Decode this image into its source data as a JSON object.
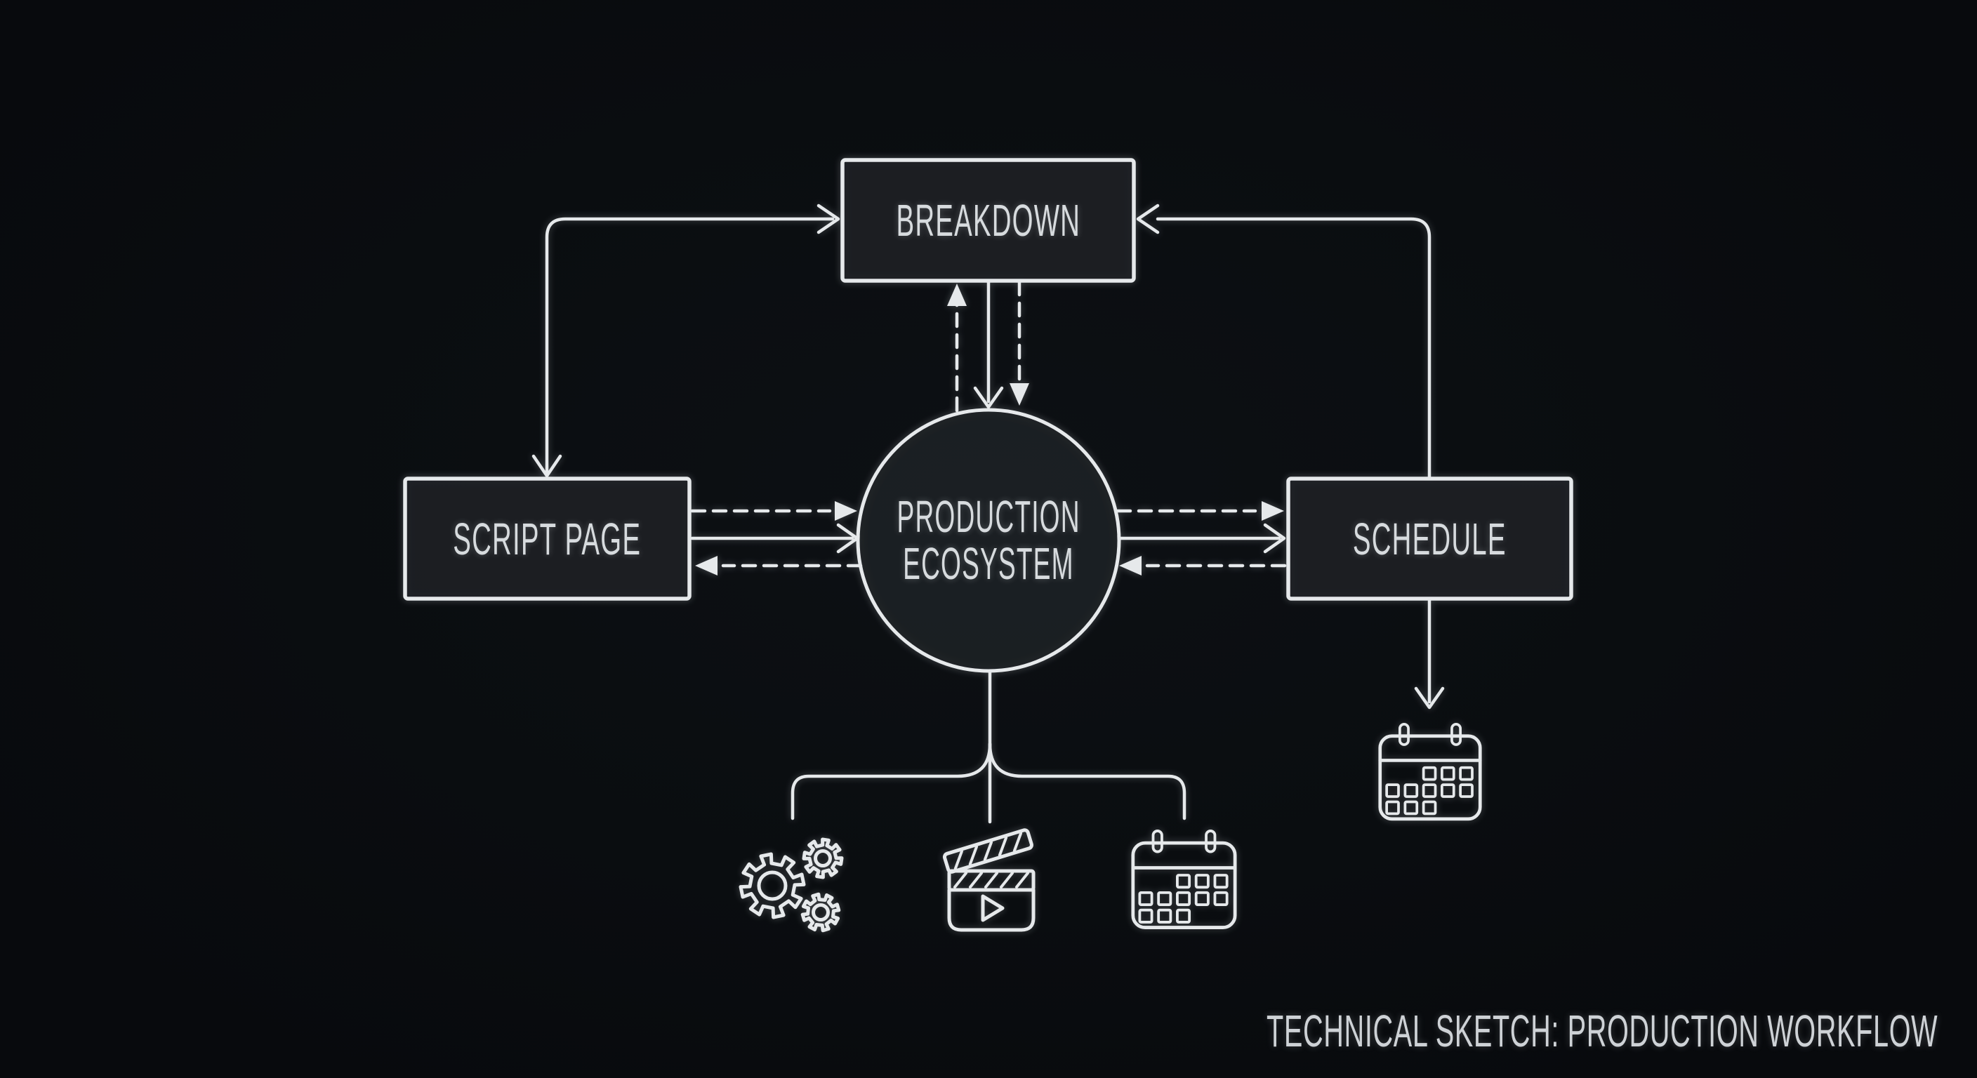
{
  "diagram": {
    "title": "TECHNICAL SKETCH: PRODUCTION WORKFLOW",
    "colors": {
      "background": "#0a0d10",
      "stroke": "#e6e9eb",
      "text": "#d7dbde"
    },
    "nodes": {
      "breakdown": {
        "label": "BREAKDOWN",
        "shape": "rectangle"
      },
      "script_page": {
        "label": "SCRIPT PAGE",
        "shape": "rectangle"
      },
      "production_ecosystem": {
        "line1": "PRODUCTION",
        "line2": "ECOSYSTEM",
        "shape": "circle"
      },
      "schedule": {
        "label": "SCHEDULE",
        "shape": "rectangle"
      }
    },
    "icons": {
      "below_schedule": "calendar",
      "bottom_left": "gears",
      "bottom_center": "clapperboard",
      "bottom_right": "calendar"
    },
    "edges": [
      {
        "from": "script_page",
        "to": "breakdown",
        "style": "solid",
        "route": "elbow",
        "arrowheads": "both-ends"
      },
      {
        "from": "schedule",
        "to": "breakdown",
        "style": "solid",
        "route": "elbow",
        "arrowheads": "end"
      },
      {
        "from": "breakdown",
        "to": "production_ecosystem",
        "style": "solid",
        "direction": "down"
      },
      {
        "from": "production_ecosystem",
        "to": "breakdown",
        "style": "dashed",
        "direction": "up"
      },
      {
        "from": "breakdown",
        "to": "production_ecosystem",
        "style": "dashed",
        "direction": "down"
      },
      {
        "from": "script_page",
        "to": "production_ecosystem",
        "style": "dashed",
        "direction": "right"
      },
      {
        "from": "script_page",
        "to": "production_ecosystem",
        "style": "solid",
        "direction": "right"
      },
      {
        "from": "production_ecosystem",
        "to": "script_page",
        "style": "dashed",
        "direction": "left"
      },
      {
        "from": "production_ecosystem",
        "to": "schedule",
        "style": "dashed",
        "direction": "right"
      },
      {
        "from": "production_ecosystem",
        "to": "schedule",
        "style": "solid",
        "direction": "right"
      },
      {
        "from": "schedule",
        "to": "production_ecosystem",
        "style": "dashed",
        "direction": "left"
      },
      {
        "from": "schedule",
        "to": "calendar-icon",
        "style": "solid",
        "direction": "down"
      },
      {
        "from": "production_ecosystem",
        "to": "gears-icon",
        "style": "solid",
        "route": "branch"
      },
      {
        "from": "production_ecosystem",
        "to": "clapperboard-icon",
        "style": "solid",
        "route": "branch"
      },
      {
        "from": "production_ecosystem",
        "to": "calendar-icon-bottom",
        "style": "solid",
        "route": "branch"
      }
    ],
    "footer": {
      "label": "TECHNICAL SKETCH: PRODUCTION WORKFLOW"
    }
  }
}
